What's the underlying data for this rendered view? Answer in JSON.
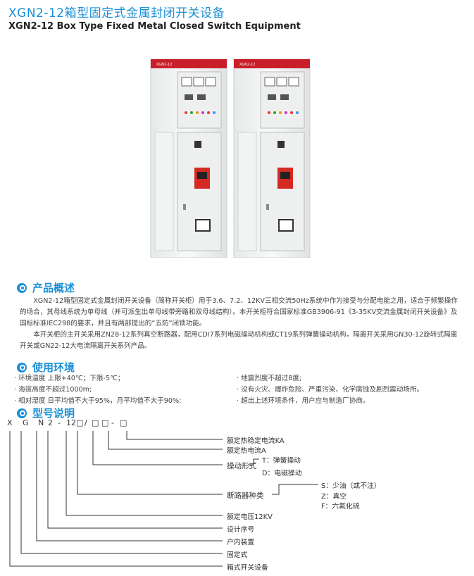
{
  "header": {
    "title_cn": "XGN2-12箱型固定式金属封闭开关设备",
    "title_en": "XGN2-12 Box Type Fixed Metal Closed Switch Equipment"
  },
  "photo": {
    "panel_label_left": "XGN2-12",
    "panel_label_right": "XGN2-12"
  },
  "overview": {
    "heading": "产品概述",
    "p1": "XGN2-12箱型固定式金属封闭开关设备（简称开关柜）用于3.6、7.2、12KV三相交流50Hz系统中作为接受与分配电能之用，适合于频繁操作的场合，其母线系统为单母线（并可派生出单母线带旁路和双母线结构）。本开关柜符合国家标准GB3906-91《3-35KV交流金属封闭开关设备》及国标标准IEC298的要求，并且有两部提出的“五防”闭锁功能。",
    "p2": "本开关柜的主开关采用ZN28-12系列真空断路器，配用CDI7系列电磁操动机构或CT19系列弹簧操动机构，隔离开关采用GN30-12旋转式隔离开关或GN22-12大电流隔离开关系列产品。"
  },
  "environment": {
    "heading": "使用环境",
    "left": [
      "环境温度 上限+40℃；下限-5℃；",
      "海拔高度不超过1000m;",
      "相对湿度 日平均值不大于95%，月平均值不大于90%;"
    ],
    "right": [
      "地震烈度不超过8度;",
      "没有火灾、爆炸危险、严重污染、化学腐蚀及剧烈震动场所。",
      "超出上述环境条件，用户应与制造厂协商。"
    ]
  },
  "model": {
    "heading": "型号说明",
    "code": [
      "X",
      "G",
      "N",
      "2",
      "-",
      "12",
      "□",
      "/",
      "□",
      "□",
      "-",
      "□"
    ],
    "labels": {
      "ka": "额定热稳定电流KA",
      "a": "额定热电流A",
      "op": "操动形式",
      "op_t": "T：弹簧操动",
      "op_d": "D：电磁操动",
      "cb": "断路器种类",
      "cb_s": "S：少油（或不注）",
      "cb_z": "Z：真空",
      "cb_f": "F：六氟化硫",
      "volt": "额定电压12KV",
      "seq": "设计序号",
      "indoor": "户内装置",
      "fixed": "固定式",
      "box": "箱式开关设备"
    }
  }
}
